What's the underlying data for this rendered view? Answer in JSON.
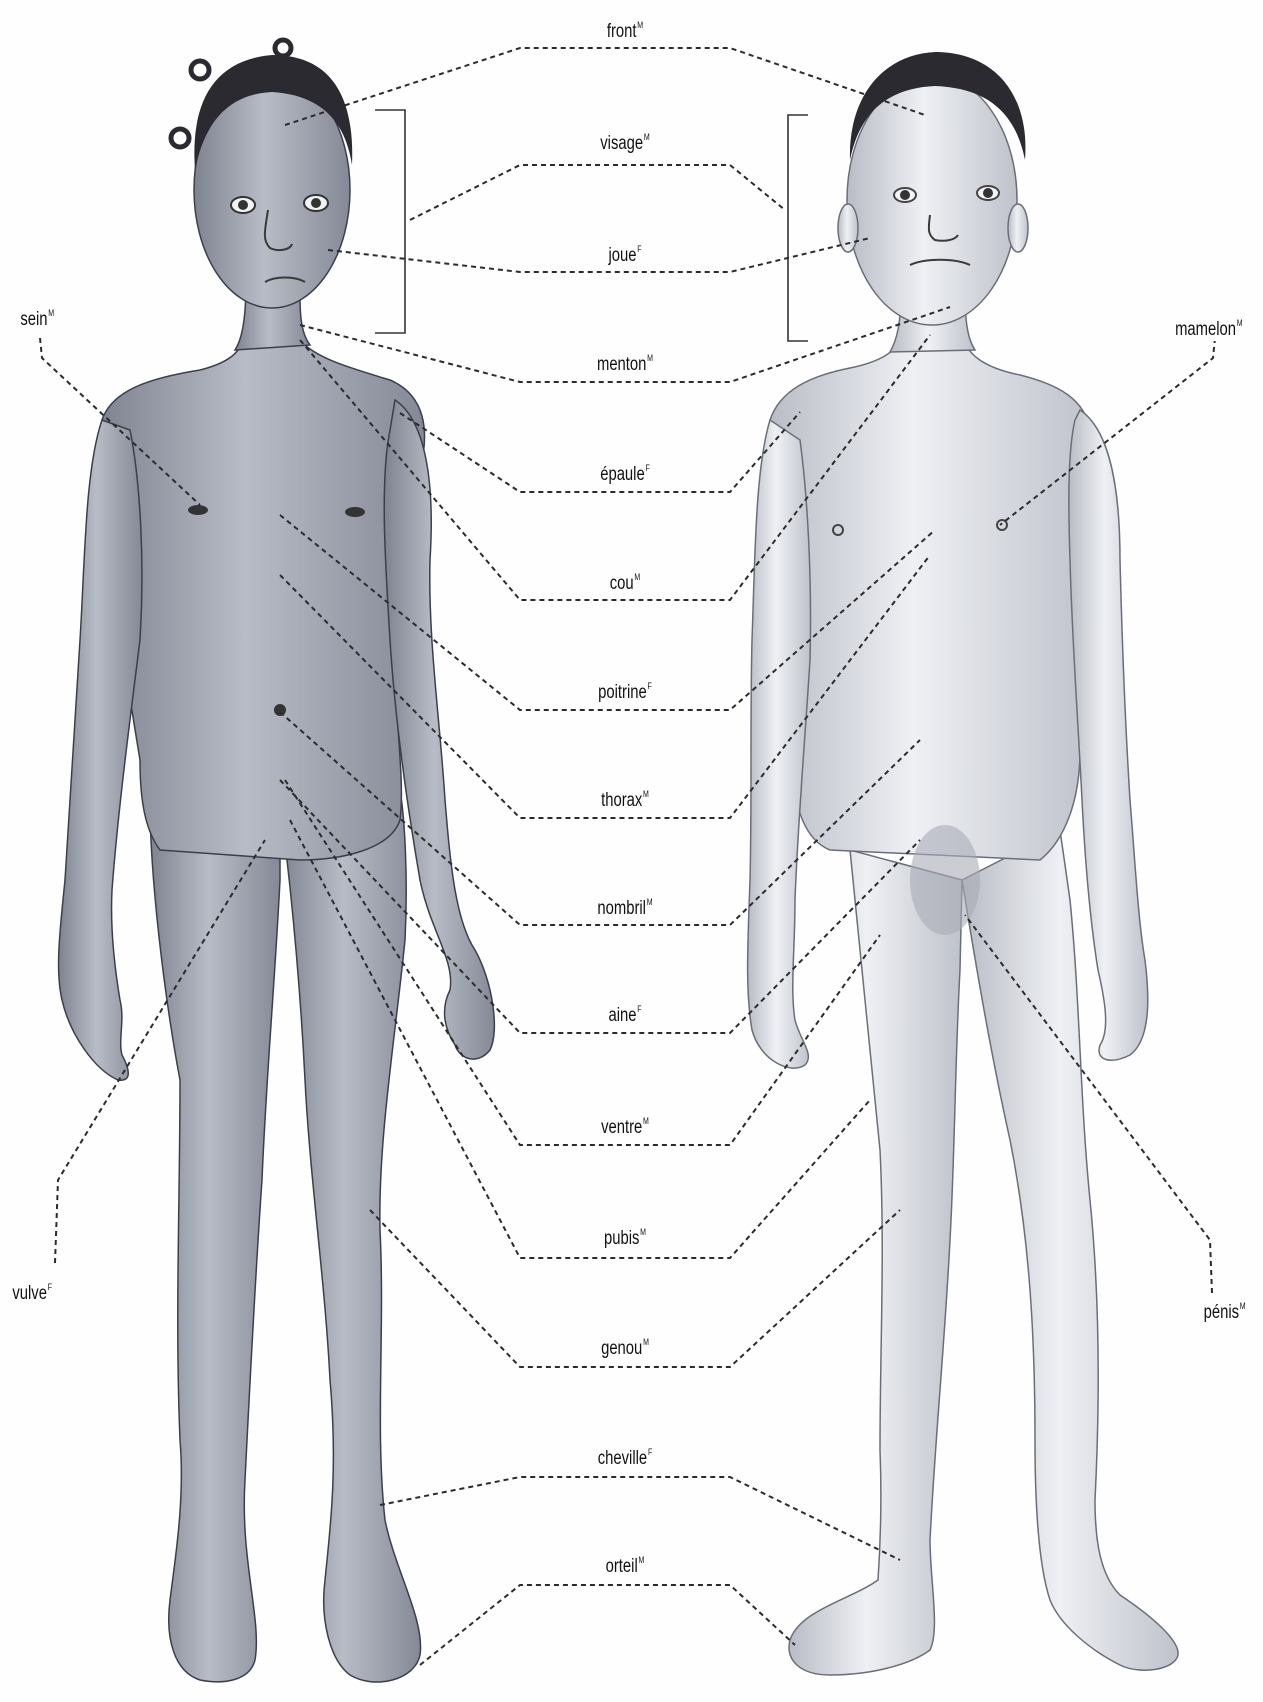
{
  "labels": {
    "front": {
      "word": "front",
      "gender": "M"
    },
    "visage": {
      "word": "visage",
      "gender": "M"
    },
    "joue": {
      "word": "joue",
      "gender": "F"
    },
    "menton": {
      "word": "menton",
      "gender": "M"
    },
    "epaule": {
      "word": "épaule",
      "gender": "F"
    },
    "cou": {
      "word": "cou",
      "gender": "M"
    },
    "poitrine": {
      "word": "poitrine",
      "gender": "F"
    },
    "thorax": {
      "word": "thorax",
      "gender": "M"
    },
    "nombril": {
      "word": "nombril",
      "gender": "M"
    },
    "aine": {
      "word": "aine",
      "gender": "F"
    },
    "ventre": {
      "word": "ventre",
      "gender": "M"
    },
    "pubis": {
      "word": "pubis",
      "gender": "M"
    },
    "genou": {
      "word": "genou",
      "gender": "M"
    },
    "cheville": {
      "word": "cheville",
      "gender": "F"
    },
    "orteil": {
      "word": "orteil",
      "gender": "M"
    },
    "sein": {
      "word": "sein",
      "gender": "M"
    },
    "mamelon": {
      "word": "mamelon",
      "gender": "M"
    },
    "vulve": {
      "word": "vulve",
      "gender": "F"
    },
    "penis": {
      "word": "pénis",
      "gender": "M"
    }
  },
  "colors": {
    "skin_left": "#9a9ea9",
    "skin_left_light": "#c9ccd4",
    "skin_right": "#cfd1d8",
    "skin_right_light": "#eceef2",
    "hair": "#2a2a30",
    "leader": "#2b2b2b"
  }
}
